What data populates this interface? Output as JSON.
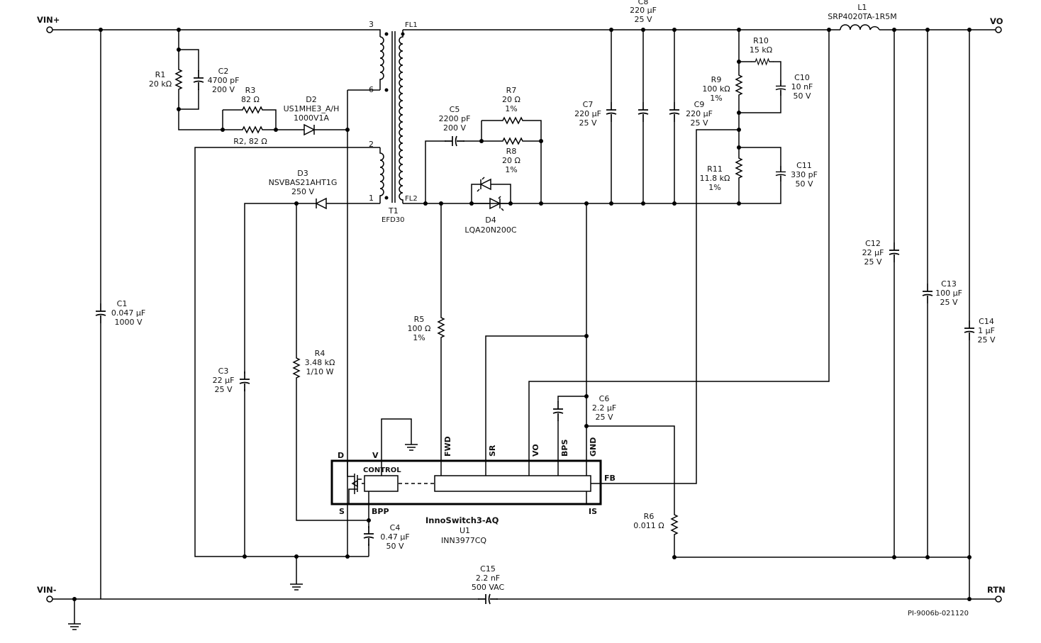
{
  "terminals": {
    "vin_pos": "VIN+",
    "vin_neg": "VIN-",
    "vo": "VO",
    "rtn": "RTN"
  },
  "components": {
    "c1": [
      "C1",
      "0.047 µF",
      "1000 V"
    ],
    "r1": [
      "R1",
      "20 kΩ"
    ],
    "c2": [
      "C2",
      "4700 pF",
      "200 V"
    ],
    "r3": [
      "R3",
      "82 Ω"
    ],
    "r2": [
      "R2, 82 Ω"
    ],
    "d2": [
      "D2",
      "US1MHE3_A/H",
      "1000V1A"
    ],
    "d3": [
      "D3",
      "NSVBAS21AHT1G",
      "250 V"
    ],
    "t1": [
      "T1",
      "EFD30"
    ],
    "t1_pins": {
      "p3": "3",
      "p6": "6",
      "p2": "2",
      "p1": "1",
      "fl1": "FL1",
      "fl2": "FL2"
    },
    "c3": [
      "C3",
      "22 µF",
      "25 V"
    ],
    "r4": [
      "R4",
      "3.48 kΩ",
      "1/10 W"
    ],
    "c4": [
      "C4",
      "0.47 µF",
      "50 V"
    ],
    "c5": [
      "C5",
      "2200 pF",
      "200 V"
    ],
    "r7": [
      "R7",
      "20 Ω",
      "1%"
    ],
    "r8": [
      "R8",
      "20 Ω",
      "1%"
    ],
    "d4": [
      "D4",
      "LQA20N200C"
    ],
    "r5": [
      "R5",
      "100 Ω",
      "1%"
    ],
    "c6": [
      "C6",
      "2.2 µF",
      "25 V"
    ],
    "r6": [
      "R6",
      "0.011 Ω"
    ],
    "c7": [
      "C7",
      "220 µF",
      "25 V"
    ],
    "c8": [
      "C8",
      "220 µF",
      "25 V"
    ],
    "c9": [
      "C9",
      "220 µF",
      "25 V"
    ],
    "r9": [
      "R9",
      "100 kΩ",
      "1%"
    ],
    "r10": [
      "R10",
      "15 kΩ"
    ],
    "c10": [
      "C10",
      "10 nF",
      "50 V"
    ],
    "r11": [
      "R11",
      "11.8 kΩ",
      "1%"
    ],
    "c11": [
      "C11",
      "330 pF",
      "50 V"
    ],
    "l1": [
      "L1",
      "SRP4020TA-1R5M"
    ],
    "c12": [
      "C12",
      "22 µF",
      "25 V"
    ],
    "c13": [
      "C13",
      "100 µF",
      "25 V"
    ],
    "c14": [
      "C14",
      "1 µF",
      "25 V"
    ],
    "c15": [
      "C15",
      "2.2 nF",
      "500 VAC"
    ],
    "u1": [
      "InnoSwitch3-AQ",
      "U1",
      "INN3977CQ"
    ]
  },
  "ic_pins": {
    "d": "D",
    "v": "V",
    "fwd": "FWD",
    "sr": "SR",
    "vo": "VO",
    "bps": "BPS",
    "gnd": "GND",
    "s": "S",
    "bpp": "BPP",
    "is": "IS",
    "fb": "FB",
    "control": "CONTROL"
  },
  "drawing_id": "PI-9006b-021120"
}
